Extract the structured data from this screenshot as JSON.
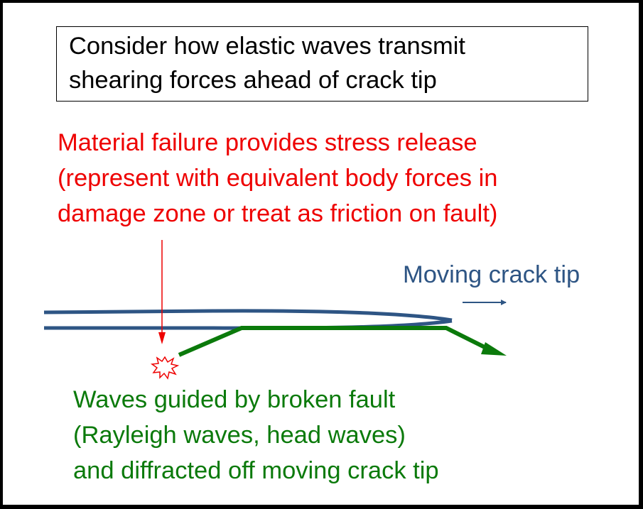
{
  "title_box": {
    "lines": [
      "Consider how elastic waves transmit",
      "shearing forces ahead of crack tip"
    ]
  },
  "failure_note": {
    "lines": [
      "Material failure provides stress release",
      "(represent with equivalent body forces in",
      "damage zone or treat as friction on fault)"
    ],
    "color": "#ee0000"
  },
  "crack_label": {
    "text": "Moving crack tip",
    "color": "#2e5584"
  },
  "waves_note": {
    "lines": [
      "Waves guided by broken fault",
      "(Rayleigh waves, head waves)",
      "and diffracted off moving crack tip"
    ],
    "color": "#0b7a0b"
  }
}
